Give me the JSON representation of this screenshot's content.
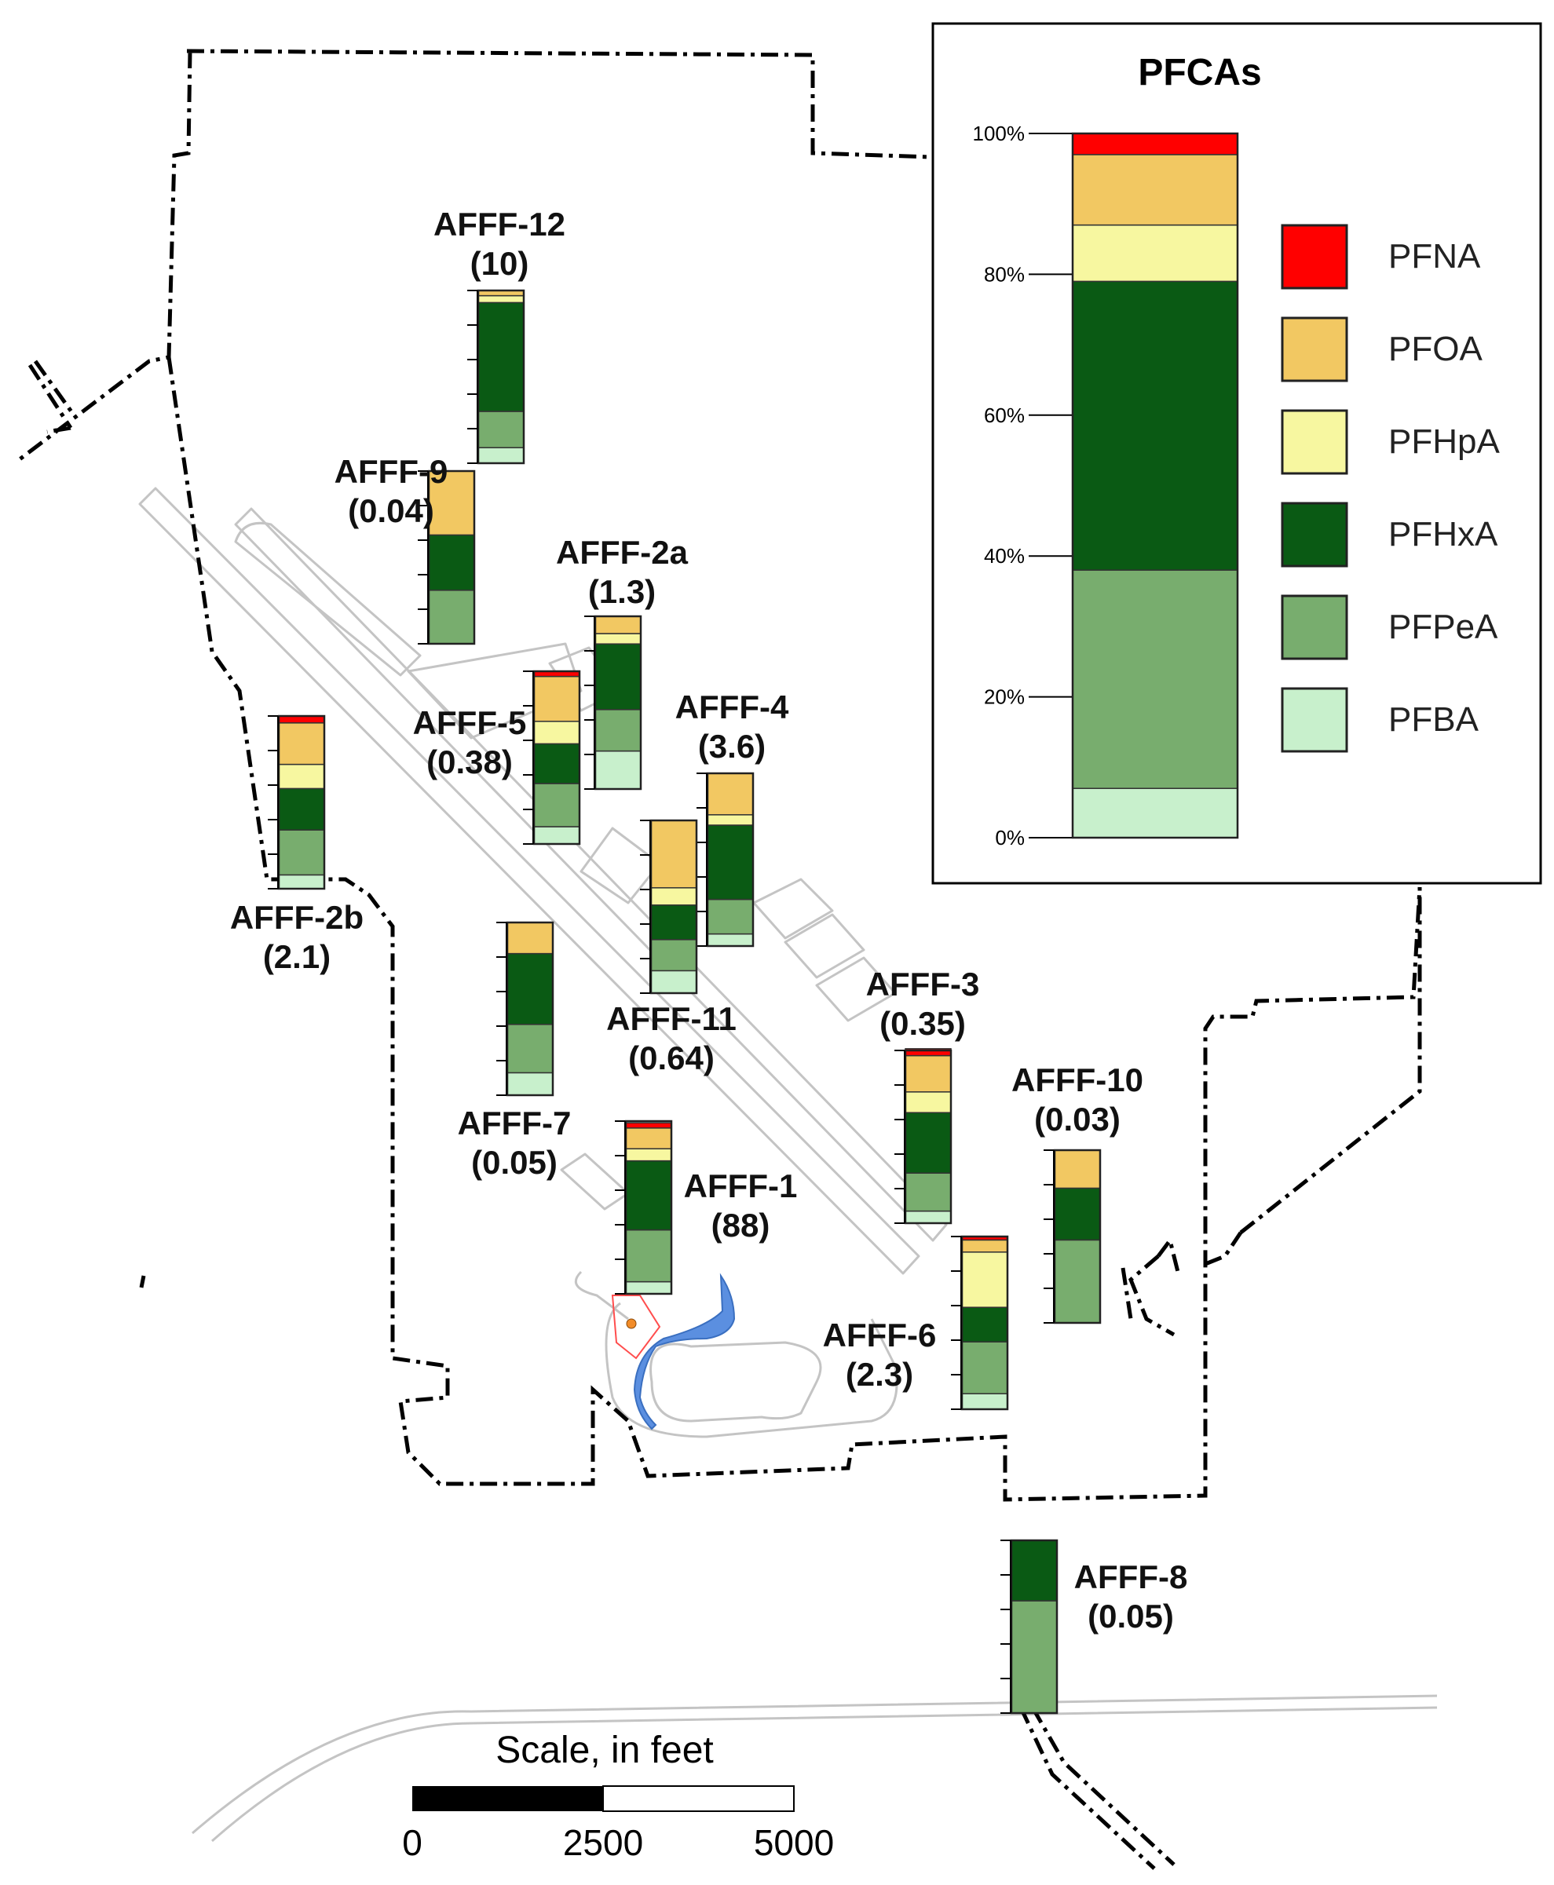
{
  "colors": {
    "PFNA": "#ff0000",
    "PFOA": "#f2c862",
    "PFHpA": "#f7f7a0",
    "PFHxA": "#0a5a14",
    "PFPeA": "#78ad6e",
    "PFBA": "#c8f0cc",
    "boundary": "#000000",
    "roads": "#c4c4c4",
    "stream": "#5b8fe0",
    "site_outline": "#ff4d4d",
    "site_point": "#f28c28"
  },
  "legend": {
    "title": "PFCAs",
    "ticks": [
      "0%",
      "20%",
      "40%",
      "60%",
      "80%",
      "100%"
    ],
    "example_fractions": {
      "PFBA": 0.07,
      "PFPeA": 0.31,
      "PFHxA": 0.41,
      "PFHpA": 0.08,
      "PFOA": 0.1,
      "PFNA": 0.03
    },
    "items": [
      "PFNA",
      "PFOA",
      "PFHpA",
      "PFHxA",
      "PFPeA",
      "PFBA"
    ]
  },
  "sites": [
    {
      "id": "AFFF-12",
      "value": "(10)",
      "fractions": {
        "PFBA": 0.09,
        "PFPeA": 0.21,
        "PFHxA": 0.63,
        "PFHpA": 0.04,
        "PFOA": 0.03,
        "PFNA": 0
      }
    },
    {
      "id": "AFFF-9",
      "value": "(0.04)",
      "fractions": {
        "PFBA": 0,
        "PFPeA": 0.31,
        "PFHxA": 0.32,
        "PFHpA": 0,
        "PFOA": 0.37,
        "PFNA": 0
      }
    },
    {
      "id": "AFFF-2a",
      "value": "(1.3)",
      "fractions": {
        "PFBA": 0.22,
        "PFPeA": 0.24,
        "PFHxA": 0.38,
        "PFHpA": 0.06,
        "PFOA": 0.1,
        "PFNA": 0
      }
    },
    {
      "id": "AFFF-5",
      "value": "(0.38)",
      "fractions": {
        "PFBA": 0.1,
        "PFPeA": 0.25,
        "PFHxA": 0.23,
        "PFHpA": 0.13,
        "PFOA": 0.26,
        "PFNA": 0.03
      }
    },
    {
      "id": "AFFF-2b",
      "value": "(2.1)",
      "fractions": {
        "PFBA": 0.08,
        "PFPeA": 0.26,
        "PFHxA": 0.24,
        "PFHpA": 0.14,
        "PFOA": 0.24,
        "PFNA": 0.04
      }
    },
    {
      "id": "AFFF-4",
      "value": "(3.6)",
      "fractions": {
        "PFBA": 0.07,
        "PFPeA": 0.2,
        "PFHxA": 0.43,
        "PFHpA": 0.06,
        "PFOA": 0.24,
        "PFNA": 0
      }
    },
    {
      "id": "AFFF-11",
      "value": "(0.64)",
      "fractions": {
        "PFBA": 0.13,
        "PFPeA": 0.18,
        "PFHxA": 0.2,
        "PFHpA": 0.1,
        "PFOA": 0.39,
        "PFNA": 0
      }
    },
    {
      "id": "AFFF-7",
      "value": "(0.05)",
      "fractions": {
        "PFBA": 0.13,
        "PFPeA": 0.28,
        "PFHxA": 0.41,
        "PFHpA": 0,
        "PFOA": 0.18,
        "PFNA": 0
      }
    },
    {
      "id": "AFFF-3",
      "value": "(0.35)",
      "fractions": {
        "PFBA": 0.07,
        "PFPeA": 0.22,
        "PFHxA": 0.35,
        "PFHpA": 0.12,
        "PFOA": 0.21,
        "PFNA": 0.04
      }
    },
    {
      "id": "AFFF-1",
      "value": "(88)",
      "fractions": {
        "PFBA": 0.07,
        "PFPeA": 0.3,
        "PFHxA": 0.4,
        "PFHpA": 0.07,
        "PFOA": 0.12,
        "PFNA": 0.03
      }
    },
    {
      "id": "AFFF-10",
      "value": "(0.03)",
      "fractions": {
        "PFBA": 0,
        "PFPeA": 0.48,
        "PFHxA": 0.3,
        "PFHpA": 0,
        "PFOA": 0.22,
        "PFNA": 0
      }
    },
    {
      "id": "AFFF-6",
      "value": "(2.3)",
      "fractions": {
        "PFBA": 0.09,
        "PFPeA": 0.3,
        "PFHxA": 0.2,
        "PFHpA": 0.32,
        "PFOA": 0.07,
        "PFNA": 0.02
      }
    },
    {
      "id": "AFFF-8",
      "value": "(0.05)",
      "fractions": {
        "PFBA": 0,
        "PFPeA": 0.65,
        "PFHxA": 0.35,
        "PFHpA": 0,
        "PFOA": 0,
        "PFNA": 0
      }
    }
  ],
  "scale_bar": {
    "title": "Scale, in feet",
    "labels": [
      "0",
      "2500",
      "5000"
    ]
  }
}
